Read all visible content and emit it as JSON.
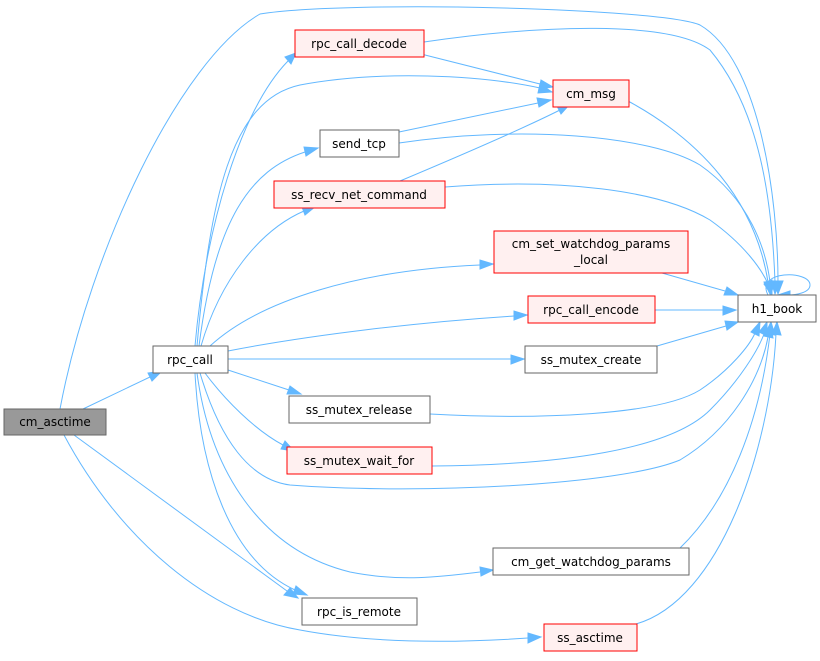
{
  "colors": {
    "edge": "#63b8ff",
    "root_fill": "#999999",
    "root_stroke": "#666666",
    "plain_fill": "#ffffff",
    "plain_stroke": "#666666",
    "red_fill": "#fff0f0",
    "red_stroke": "#ff0000"
  },
  "nodes": {
    "cm_asctime": "cm_asctime",
    "rpc_call": "rpc_call",
    "rpc_call_decode": "rpc_call_decode",
    "cm_msg": "cm_msg",
    "send_tcp": "send_tcp",
    "ss_recv_net_command": "ss_recv_net_command",
    "cm_set_watchdog_params_local_line1": "cm_set_watchdog_params",
    "cm_set_watchdog_params_local_line2": "_local",
    "rpc_call_encode": "rpc_call_encode",
    "h1_book": "h1_book",
    "ss_mutex_create": "ss_mutex_create",
    "ss_mutex_release": "ss_mutex_release",
    "ss_mutex_wait_for": "ss_mutex_wait_for",
    "cm_get_watchdog_params": "cm_get_watchdog_params",
    "rpc_is_remote": "rpc_is_remote",
    "ss_asctime": "ss_asctime"
  }
}
